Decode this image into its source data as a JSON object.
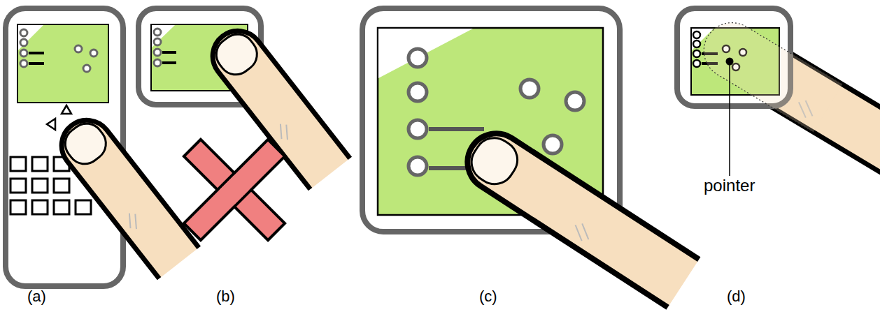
{
  "diagram": {
    "labels": [
      "pointer",
      "(a)",
      "(b)",
      "(c)",
      "(d)"
    ]
  }
}
